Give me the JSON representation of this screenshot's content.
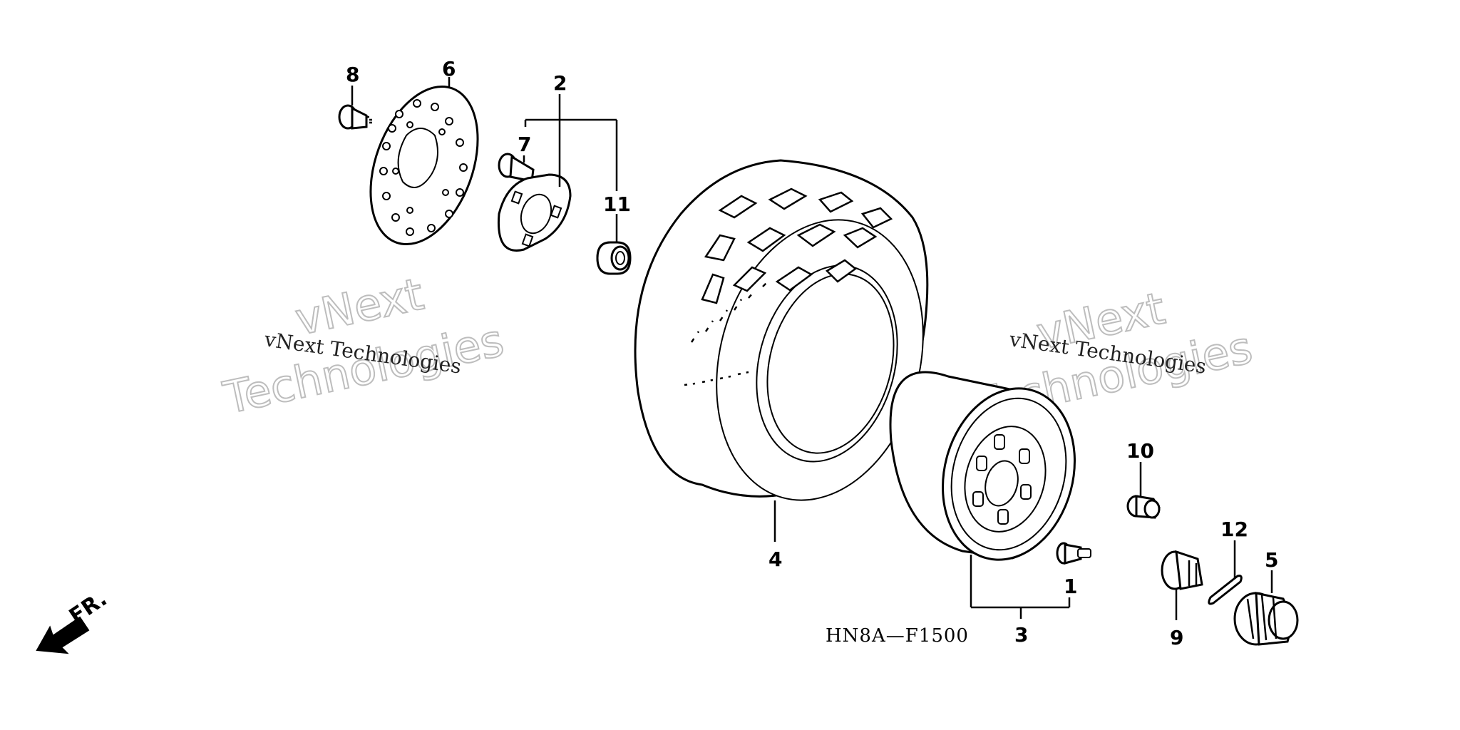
{
  "diagram_code": "HN8A—F1500",
  "direction_label": "FR.",
  "watermarks": [
    {
      "small": "vNext Technologies",
      "big_top": "vNext",
      "big_bottom": "Technologies"
    },
    {
      "small": "vNext Technologies",
      "big_top": "vNext",
      "big_bottom": "Technologies"
    }
  ],
  "callouts": {
    "c1": "1",
    "c2": "2",
    "c3": "3",
    "c4": "4",
    "c5": "5",
    "c6": "6",
    "c7": "7",
    "c8": "8",
    "c9": "9",
    "c10": "10",
    "c11": "11",
    "c12": "12"
  },
  "icons": [
    "front-direction-arrow-icon"
  ]
}
